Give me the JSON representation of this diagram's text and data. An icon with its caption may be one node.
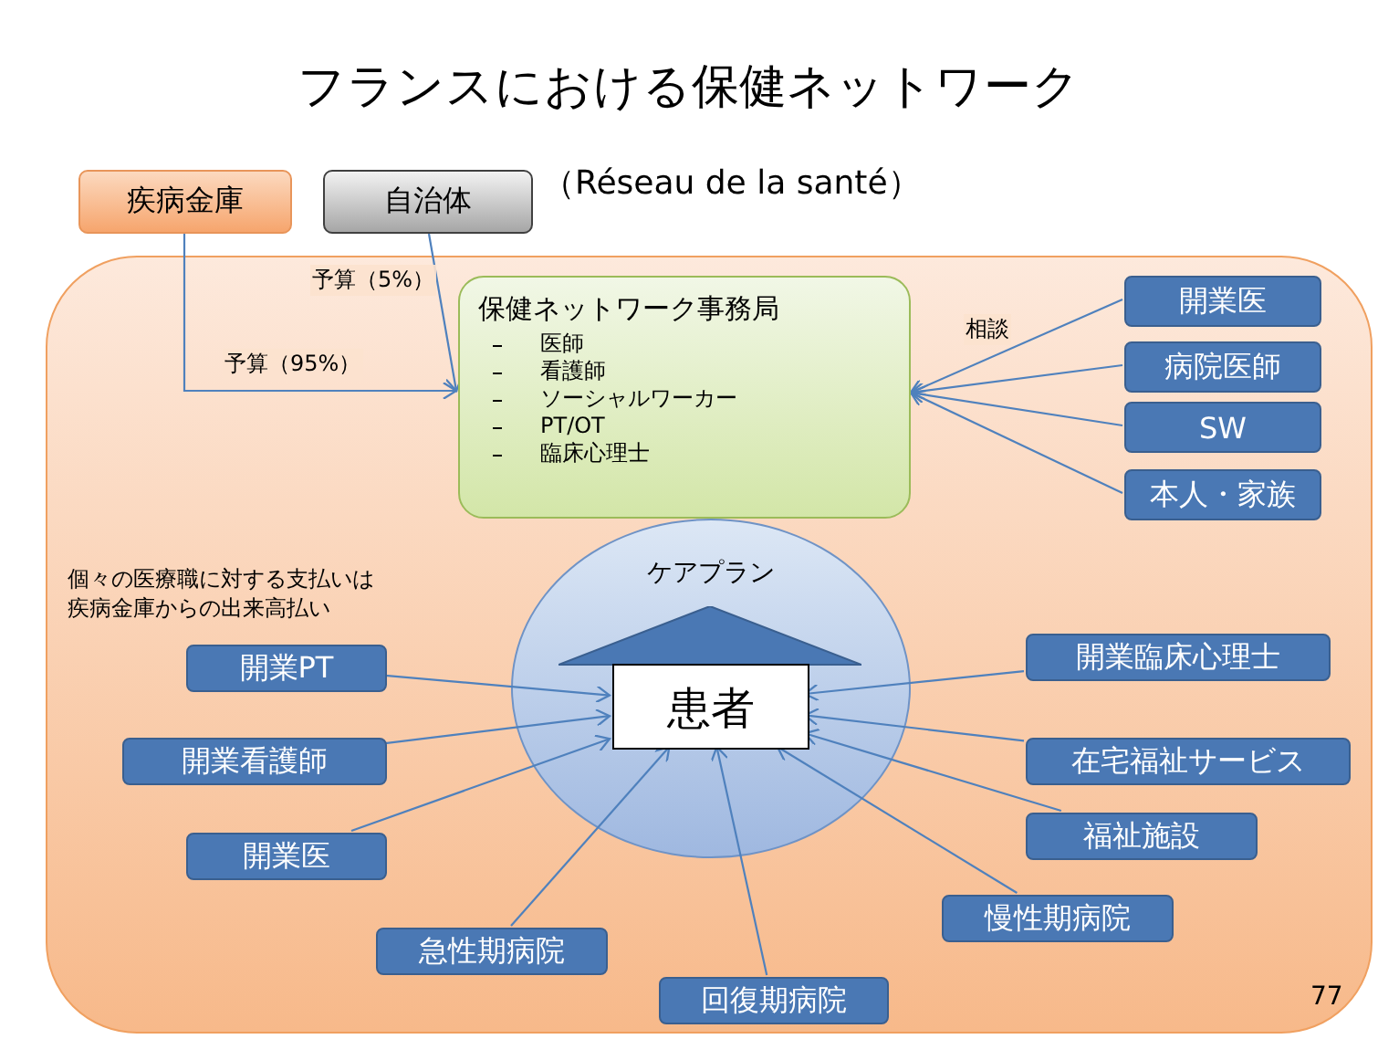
{
  "diagram": {
    "title": "フランスにおける保健ネットワーク",
    "nodes": [
      {
        "text": [
          "疾病金庫"
        ]
      },
      {
        "text": [
          "自治体"
        ]
      },
      {
        "text": [],
        "shape": "box"
      },
      {
        "text": [
          "保健ネットワーク事務局",
          "医師",
          "看護師",
          "ソーシャルワーカー",
          "PT/OT",
          "臨床心理士"
        ],
        "in": 2
      },
      {
        "text": [
          "開業医"
        ],
        "in": 2
      },
      {
        "text": [
          "病院医師"
        ],
        "in": 2
      },
      {
        "text": [
          "SW"
        ],
        "in": 2
      },
      {
        "text": [
          "本人・家族"
        ],
        "in": 2
      },
      {
        "text": [
          "ケアプラン"
        ],
        "in": 2
      },
      {
        "text": [
          "患者"
        ],
        "in": 8
      },
      {
        "text": [
          "開業PT"
        ],
        "in": 2
      },
      {
        "text": [
          "開業看護師"
        ],
        "in": 2
      },
      {
        "text": [
          "開業医"
        ],
        "in": 2
      },
      {
        "text": [
          "開業臨床心理士"
        ],
        "in": 2
      },
      {
        "text": [
          "在宅福祉サービス"
        ],
        "in": 2
      },
      {
        "text": [
          "福祉施設"
        ],
        "in": 2
      },
      {
        "text": [
          "慢性期病院"
        ],
        "in": 2
      },
      {
        "text": [
          "急性期病院"
        ],
        "in": 2
      },
      {
        "text": [
          "回復期病院"
        ],
        "in": 2
      }
    ],
    "edges": [
      {
        "from": 0,
        "to": 3,
        "arrow": "to",
        "label": "予算（95%）"
      },
      {
        "from": 1,
        "to": 3,
        "arrow": "to",
        "label": "予算（5%）"
      },
      {
        "from": 4,
        "to": 3,
        "arrow": "to",
        "label": "相談"
      },
      {
        "from": 5,
        "to": 3,
        "arrow": "to"
      },
      {
        "from": 6,
        "to": 3,
        "arrow": "to"
      },
      {
        "from": 7,
        "to": 3,
        "arrow": "to"
      },
      {
        "from": 10,
        "to": 9,
        "arrow": "to"
      },
      {
        "from": 11,
        "to": 9,
        "arrow": "to"
      },
      {
        "from": 12,
        "to": 9,
        "arrow": "to"
      },
      {
        "from": 13,
        "to": 9,
        "arrow": "to"
      },
      {
        "from": 14,
        "to": 9,
        "arrow": "to"
      },
      {
        "from": 15,
        "to": 9,
        "arrow": "to"
      },
      {
        "from": 16,
        "to": 9,
        "arrow": "to"
      },
      {
        "from": 17,
        "to": 9,
        "arrow": "to"
      },
      {
        "from": 18,
        "to": 9,
        "arrow": "to"
      }
    ],
    "labels": [
      "（Réseau de la santé）",
      "個々の医療職に対する支払いは疾病金庫からの出来高払い",
      "77"
    ]
  }
}
